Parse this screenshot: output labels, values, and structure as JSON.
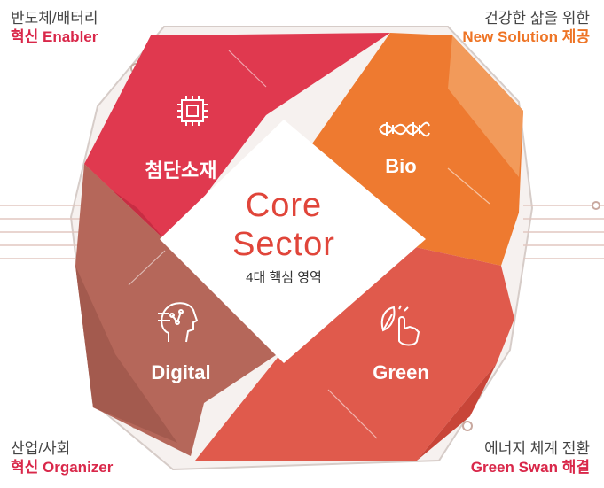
{
  "corners": {
    "top_left": {
      "line1": "반도체/배터리",
      "line2": "혁신 Enabler"
    },
    "top_right": {
      "line1": "건강한 삶을 위한",
      "line2": "New Solution 제공"
    },
    "bottom_left": {
      "line1": "산업/사회",
      "line2": "혁신 Organizer"
    },
    "bottom_right": {
      "line1": "에너지 체계 전환",
      "line2": "Green Swan 해결"
    }
  },
  "center": {
    "line1": "Core",
    "line2": "Sector",
    "subtitle": "4대 핵심 영역"
  },
  "sectors": [
    {
      "label": "첨단소재",
      "icon": "chip-icon",
      "color": "#e0394f"
    },
    {
      "label": "Bio",
      "icon": "dna-icon",
      "color": "#ee7a30"
    },
    {
      "label": "Digital",
      "icon": "ai-head-icon",
      "color": "#b5675a"
    },
    {
      "label": "Green",
      "icon": "leaf-hand-icon",
      "color": "#e05a4c"
    }
  ]
}
